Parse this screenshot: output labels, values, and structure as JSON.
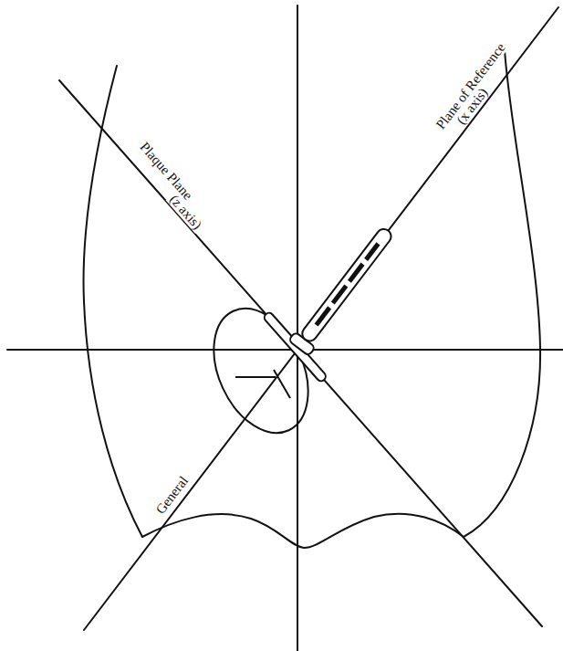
{
  "diagram": {
    "labels": [
      "Plaque Plane",
      "(z axis)",
      "Plane of Reference",
      "(x axis)",
      "General"
    ]
  }
}
